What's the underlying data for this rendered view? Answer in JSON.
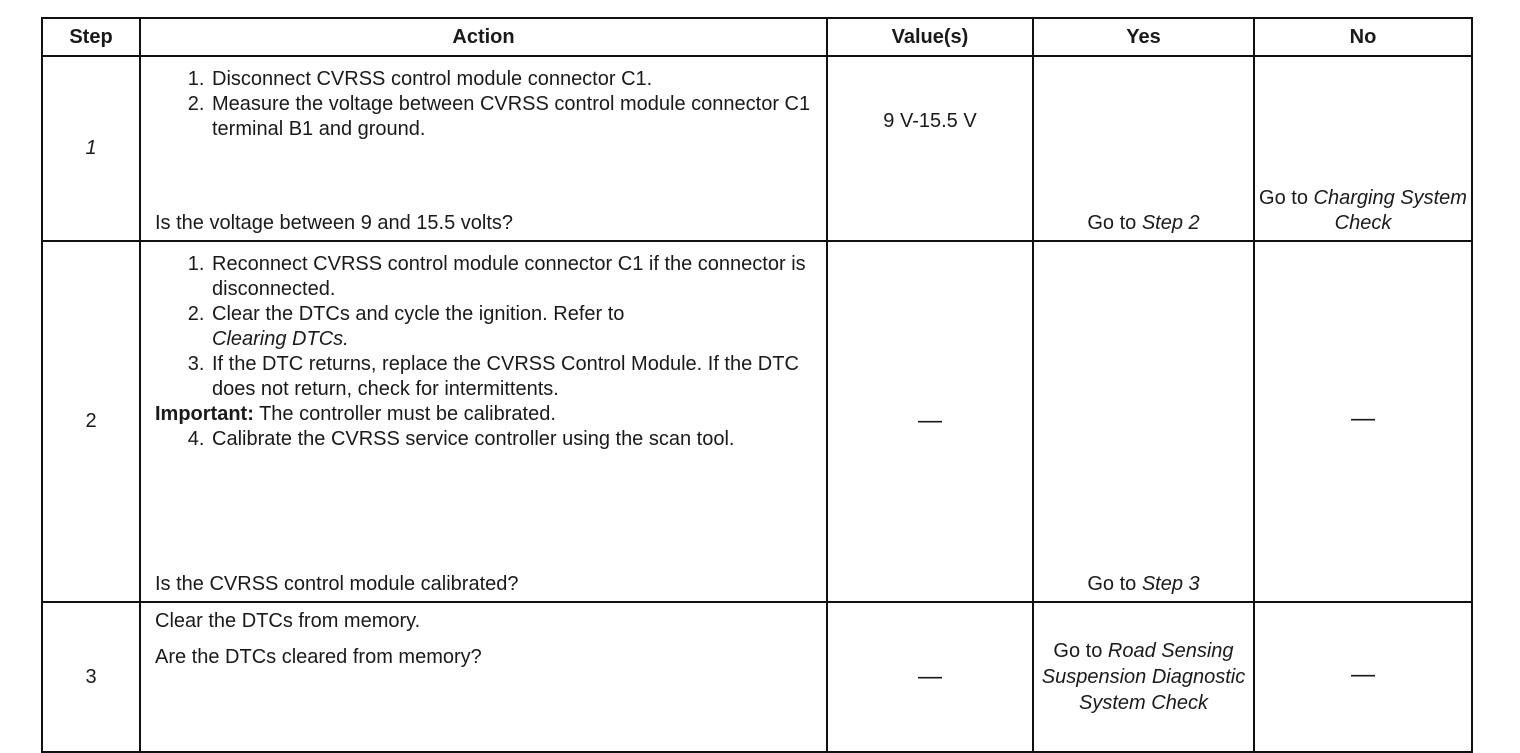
{
  "headers": {
    "step": "Step",
    "action": "Action",
    "values": "Value(s)",
    "yes": "Yes",
    "no": "No"
  },
  "rows": [
    {
      "step": "1",
      "actions": [
        "Disconnect CVRSS control module connector C1.",
        "Measure the voltage between CVRSS control module connector C1 terminal B1 and ground."
      ],
      "question": "Is the voltage between 9 and 15.5 volts?",
      "value": "9 V-15.5 V",
      "yes_prefix": "Go to ",
      "yes_link": "Step 2",
      "no_prefix": "Go to ",
      "no_link": "Charging System Check"
    },
    {
      "step": "2",
      "actions": [
        "Reconnect CVRSS control module connector C1 if the connector is disconnected.",
        "Clear the DTCs and cycle the ignition. Refer to",
        "If the DTC returns, replace the CVRSS Control Module. If the DTC does not return, check for intermittents."
      ],
      "action2_ref": "Clearing DTCs.",
      "important_label": "Important:",
      "important_text": " The controller must be calibrated.",
      "action4": "Calibrate the CVRSS service controller using the scan tool.",
      "question": "Is the CVRSS control module calibrated?",
      "value": "—",
      "yes_prefix": "Go to ",
      "yes_link": "Step 3",
      "no": "—"
    },
    {
      "step": "3",
      "line1": "Clear the DTCs from memory.",
      "question": "Are the DTCs cleared from memory?",
      "value": "—",
      "yes_prefix": "Go to ",
      "yes_link": "Road Sensing Suspension Diagnostic System Check",
      "no": "—"
    }
  ]
}
